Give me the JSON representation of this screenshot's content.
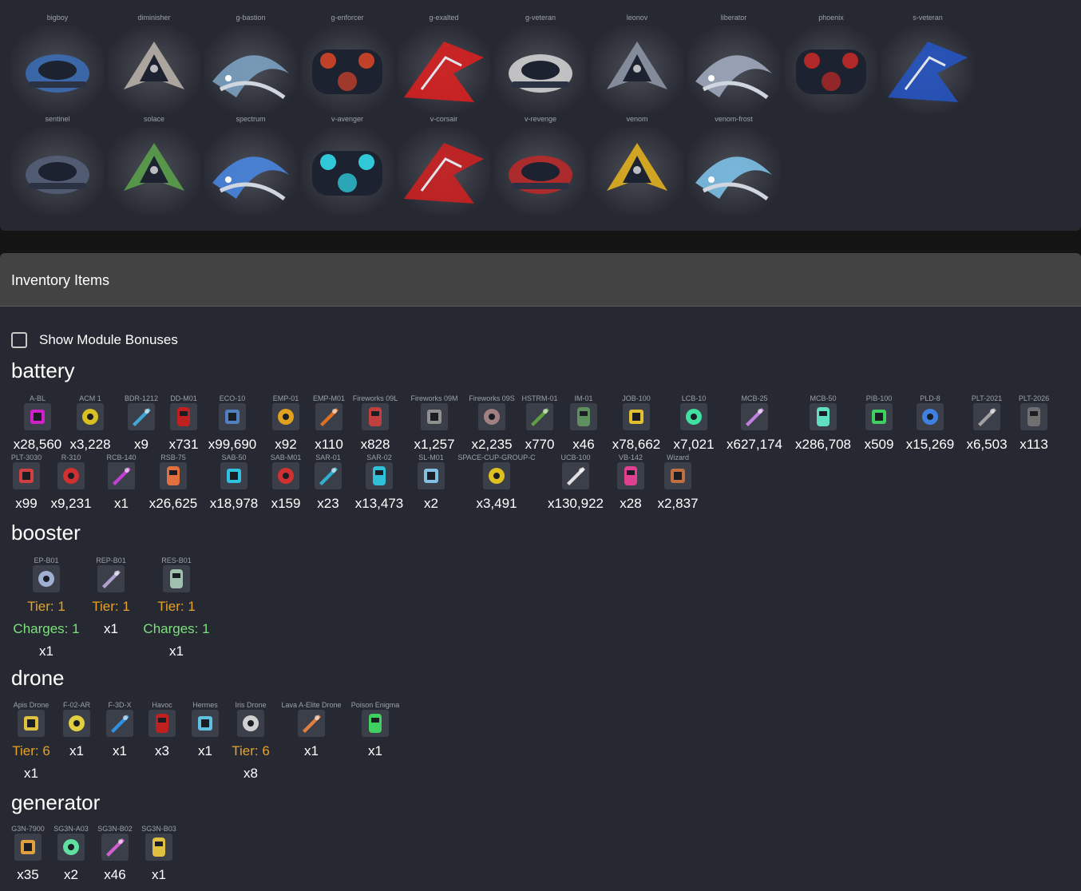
{
  "ships": [
    {
      "name": "bigboy",
      "icon": "ship-bigboy",
      "color": "#3b6fb8"
    },
    {
      "name": "diminisher",
      "icon": "ship-diminisher",
      "color": "#b8b0a8"
    },
    {
      "name": "g-bastion",
      "icon": "ship-g-bastion",
      "color": "#7fa7c8"
    },
    {
      "name": "g-enforcer",
      "icon": "ship-g-enforcer",
      "color": "#c0402a"
    },
    {
      "name": "g-exalted",
      "icon": "ship-g-exalted",
      "color": "#e02020"
    },
    {
      "name": "g-veteran",
      "icon": "ship-g-veteran",
      "color": "#d8d8d8"
    },
    {
      "name": "leonov",
      "icon": "ship-leonov",
      "color": "#8c93a4"
    },
    {
      "name": "liberator",
      "icon": "ship-liberator",
      "color": "#a6b0c4"
    },
    {
      "name": "phoenix",
      "icon": "ship-phoenix",
      "color": "#b02828"
    },
    {
      "name": "s-veteran",
      "icon": "ship-s-veteran",
      "color": "#2456c8"
    },
    {
      "name": "sentinel",
      "icon": "ship-sentinel",
      "color": "#55607a"
    },
    {
      "name": "solace",
      "icon": "ship-solace",
      "color": "#5aa04a"
    },
    {
      "name": "spectrum",
      "icon": "ship-spectrum",
      "color": "#4a8ae8"
    },
    {
      "name": "v-avenger",
      "icon": "ship-v-avenger",
      "color": "#30c8d8"
    },
    {
      "name": "v-corsair",
      "icon": "ship-v-corsair",
      "color": "#d42020"
    },
    {
      "name": "v-revenge",
      "icon": "ship-v-revenge",
      "color": "#c02828"
    },
    {
      "name": "venom",
      "icon": "ship-venom",
      "color": "#e0b020"
    },
    {
      "name": "venom-frost",
      "icon": "ship-venom-frost",
      "color": "#80c8f0"
    }
  ],
  "inventory": {
    "title": "Inventory Items",
    "show_bonuses_label": "Show Module Bonuses",
    "categories": {
      "battery": {
        "title": "battery",
        "items": [
          {
            "name": "A-BL",
            "qty": "x28,560",
            "color": "#d020c8"
          },
          {
            "name": "ACM 1",
            "qty": "x3,228",
            "color": "#d8c020"
          },
          {
            "name": "BDR-1212",
            "qty": "x9",
            "color": "#40a8d8"
          },
          {
            "name": "DD-M01",
            "qty": "x731",
            "color": "#c02020"
          },
          {
            "name": "ECO-10",
            "qty": "x99,690",
            "color": "#5080c0"
          },
          {
            "name": "EMP-01",
            "qty": "x92",
            "color": "#e0a020"
          },
          {
            "name": "EMP-M01",
            "qty": "x110",
            "color": "#e07020"
          },
          {
            "name": "Fireworks 09L",
            "qty": "x828",
            "color": "#c04040"
          },
          {
            "name": "Fireworks 09M",
            "qty": "x1,257",
            "color": "#909090"
          },
          {
            "name": "Fireworks 09S",
            "qty": "x2,235",
            "color": "#a08080"
          },
          {
            "name": "HSTRM-01",
            "qty": "x770",
            "color": "#60a040"
          },
          {
            "name": "IM-01",
            "qty": "x46",
            "color": "#609060"
          },
          {
            "name": "JOB-100",
            "qty": "x78,662",
            "color": "#e0c030"
          },
          {
            "name": "LCB-10",
            "qty": "x7,021",
            "color": "#40e0a0"
          },
          {
            "name": "MCB-25",
            "qty": "x627,174",
            "color": "#c080e0"
          },
          {
            "name": "MCB-50",
            "qty": "x286,708",
            "color": "#60e0c0"
          },
          {
            "name": "PIB-100",
            "qty": "x509",
            "color": "#40d060"
          },
          {
            "name": "PLD-8",
            "qty": "x15,269",
            "color": "#4080e0"
          },
          {
            "name": "PLT-2021",
            "qty": "x6,503",
            "color": "#a0a0a0"
          },
          {
            "name": "PLT-2026",
            "qty": "x113",
            "color": "#707070"
          },
          {
            "name": "PLT-3030",
            "qty": "x99",
            "color": "#d04040"
          },
          {
            "name": "R-310",
            "qty": "x9,231",
            "color": "#d03030"
          },
          {
            "name": "RCB-140",
            "qty": "x1",
            "color": "#c040d0"
          },
          {
            "name": "RSB-75",
            "qty": "x26,625",
            "color": "#e07040"
          },
          {
            "name": "SAB-50",
            "qty": "x18,978",
            "color": "#30c0e0"
          },
          {
            "name": "SAB-M01",
            "qty": "x159",
            "color": "#d03030"
          },
          {
            "name": "SAR-01",
            "qty": "x23",
            "color": "#30b0d0"
          },
          {
            "name": "SAR-02",
            "qty": "x13,473",
            "color": "#30c0d8"
          },
          {
            "name": "SL-M01",
            "qty": "x2",
            "color": "#80c0e0"
          },
          {
            "name": "SPACE-CUP-GROUP-C",
            "qty": "x3,491",
            "color": "#e0c020"
          },
          {
            "name": "UCB-100",
            "qty": "x130,922",
            "color": "#e0e0e0"
          },
          {
            "name": "VB-142",
            "qty": "x28",
            "color": "#e04090"
          },
          {
            "name": "Wizard",
            "qty": "x2,837",
            "color": "#c07040"
          }
        ]
      },
      "booster": {
        "title": "booster",
        "items": [
          {
            "name": "EP-B01",
            "tier": "Tier: 1",
            "charges": "Charges: 1",
            "qty": "x1",
            "color": "#a0b0d0"
          },
          {
            "name": "REP-B01",
            "tier": "Tier: 1",
            "qty": "x1",
            "color": "#b0a0d0"
          },
          {
            "name": "RES-B01",
            "tier": "Tier: 1",
            "charges": "Charges: 1",
            "qty": "x1",
            "color": "#a0c0b0"
          }
        ]
      },
      "drone": {
        "title": "drone",
        "items": [
          {
            "name": "Apis Drone",
            "tier": "Tier: 6",
            "qty": "x1",
            "color": "#e0c040"
          },
          {
            "name": "F-02-AR",
            "qty": "x1",
            "color": "#e0d040"
          },
          {
            "name": "F-3D-X",
            "qty": "x1",
            "color": "#3090e0"
          },
          {
            "name": "Havoc",
            "qty": "x3",
            "color": "#c02020"
          },
          {
            "name": "Hermes",
            "qty": "x1",
            "color": "#60c0e0"
          },
          {
            "name": "Iris Drone",
            "tier": "Tier: 6",
            "qty": "x8",
            "color": "#d0d0d0"
          },
          {
            "name": "Lava A-Elite Drone",
            "qty": "x1",
            "color": "#e08040"
          },
          {
            "name": "Poison Enigma",
            "qty": "x1",
            "color": "#40d060"
          }
        ]
      },
      "generator": {
        "title": "generator",
        "items": [
          {
            "name": "G3N-7900",
            "qty": "x35",
            "color": "#e0a040"
          },
          {
            "name": "SG3N-A03",
            "qty": "x2",
            "color": "#60e0a0"
          },
          {
            "name": "SG3N-B02",
            "qty": "x46",
            "color": "#d060d0"
          },
          {
            "name": "SG3N-B03",
            "qty": "x1",
            "color": "#e0c040"
          }
        ]
      }
    }
  }
}
